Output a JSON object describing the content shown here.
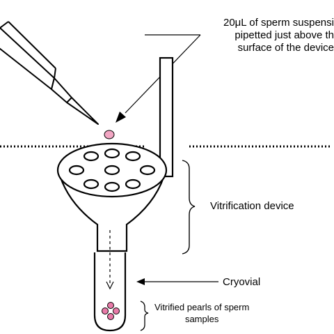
{
  "labels": {
    "pipette_line1": "20μL of sperm suspensi",
    "pipette_line2": "pipetted just above th",
    "pipette_line3": "surface of the device",
    "vitrification_device": "Vitrification device",
    "cryovial": "Cryovial",
    "pearls_line1": "Vitrified pearls of sperm",
    "pearls_line2": "samples"
  },
  "colors": {
    "droplet": "#f2a6c3",
    "pearl": "#e87aa8",
    "stroke": "#000000"
  }
}
